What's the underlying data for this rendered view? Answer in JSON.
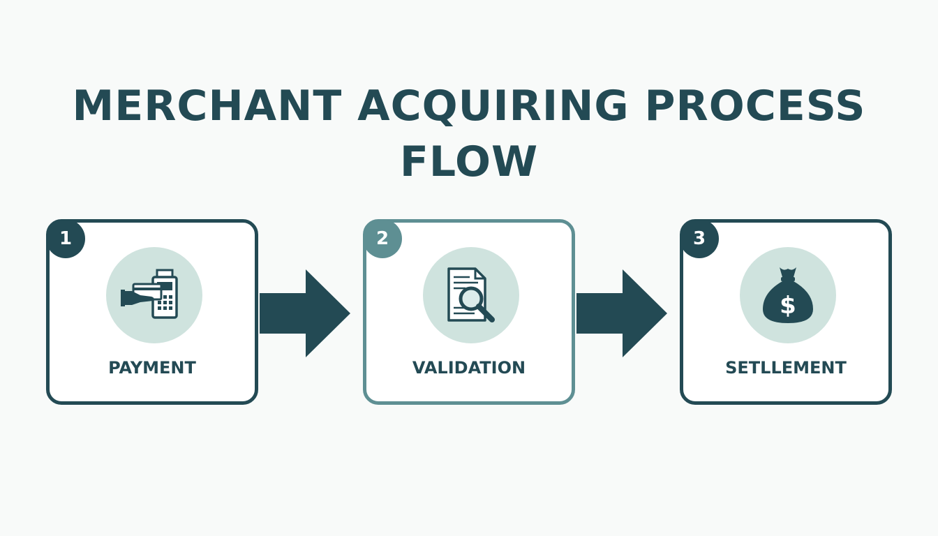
{
  "title": "MERCHANT ACQUIRING PROCESS FLOW",
  "colors": {
    "primary": "#234a54",
    "accent": "#5e8f93",
    "icon_background": "#cfe3de",
    "page_background": "#f8faf9"
  },
  "steps": [
    {
      "number": "1",
      "label": "PAYMENT",
      "icon": "card-payment-terminal-icon"
    },
    {
      "number": "2",
      "label": "VALIDATION",
      "icon": "document-magnifier-icon"
    },
    {
      "number": "3",
      "label": "SETLLEMENT",
      "icon": "money-bag-icon"
    }
  ]
}
